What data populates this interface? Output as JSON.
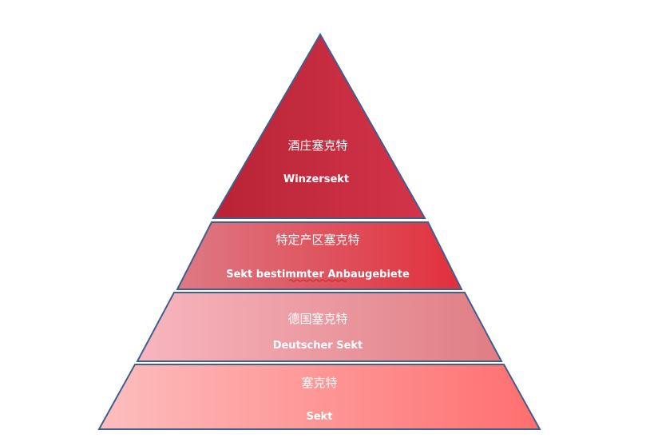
{
  "pyramid": {
    "tiers": [
      {
        "label_zh": "酒庄塞克特",
        "label_de": "Winzersekt"
      },
      {
        "label_zh": "特定产区塞克特",
        "label_de": "Sekt bestimmter Anbaugebiete"
      },
      {
        "label_zh": "德国塞克特",
        "label_de": "Deutscher Sekt"
      },
      {
        "label_zh": "塞克特",
        "label_de": "Sekt"
      }
    ]
  },
  "colors": {
    "outline": "#3f5f8f",
    "tier1": [
      "#b82335",
      "#d3344a"
    ],
    "tier2": [
      "#dd7a84",
      "#e0303c"
    ],
    "tier3": [
      "#f8b6bf",
      "#df7d83"
    ],
    "tier4": [
      "#fdbebe",
      "#ff6e6e"
    ]
  }
}
